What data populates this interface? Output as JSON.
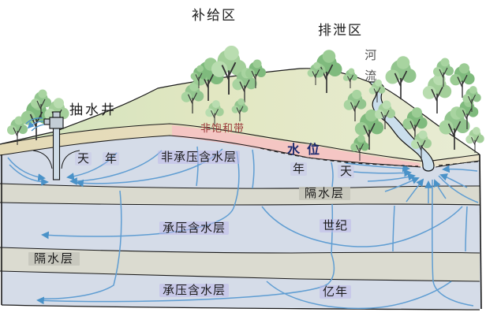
{
  "labels": {
    "recharge_area": "补给区",
    "discharge_area": "排泄区",
    "river": "河流",
    "pumping_well": "抽水井",
    "unsaturated_zone": "非饱和带",
    "water_table": "水位",
    "time_day_left": "天",
    "time_year_left": "年",
    "time_year_right": "年",
    "time_day_right": "天",
    "unconfined_aquifer": "非承压含水层",
    "aquitard_upper": "隔水层",
    "aquitard_lower": "隔水层",
    "confined_aquifer_upper": "承压含水层",
    "confined_aquifer_lower": "承压含水层",
    "time_century": "世纪",
    "time_hundred_million_years": "亿年"
  },
  "colors": {
    "hill_green": "#d5e4c1",
    "hill_khaki": "#e7ebd2",
    "soil_tan": "#e7dec0",
    "unsaturated_pink": "#f5c3c3",
    "aquifer_blue": "#d5dce8",
    "aquitard_gray": "#dadad0",
    "label_lavender": "#c3bfe6",
    "label_gray": "#c9c9c0",
    "flow_blue": "#5f9dd2",
    "river_blue": "#cadeec",
    "water_table_text": "#1b2a6e",
    "unsaturated_text": "#9c3a3a",
    "tree_green": "#92c58e"
  }
}
